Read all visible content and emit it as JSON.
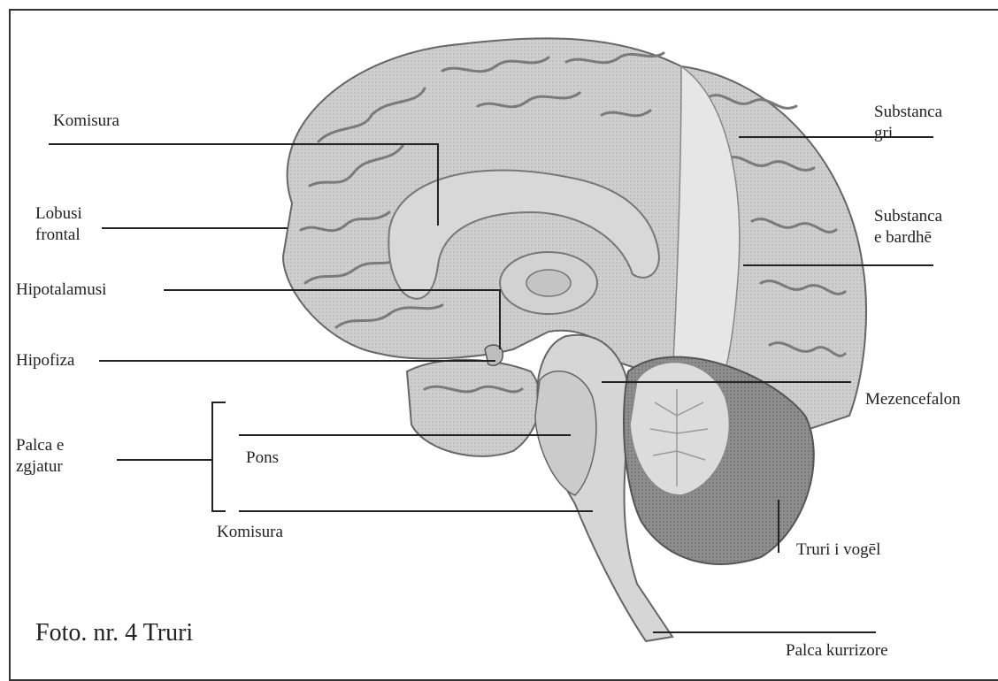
{
  "figure": {
    "caption": "Foto. nr. 4 Truri",
    "labels": {
      "komisura_top": "Komisura",
      "lobusi_frontal": "Lobusi\nfrontal",
      "hipotalamusi": "Hipotalamusi",
      "hipofiza": "Hipofiza",
      "palca_e_zgjatur": "Palca e\nzgjatur",
      "pons": "Pons",
      "komisura_bottom": "Komisura",
      "substanca_gri": "Substanca\ngri",
      "substanca_e_bardhe": "Substanca\ne bardhē",
      "mezencefalon": "Mezencefalon",
      "truri_i_vogel": "Truri i vogēl",
      "palca_kurrizore": "Palca kurrizore"
    }
  }
}
